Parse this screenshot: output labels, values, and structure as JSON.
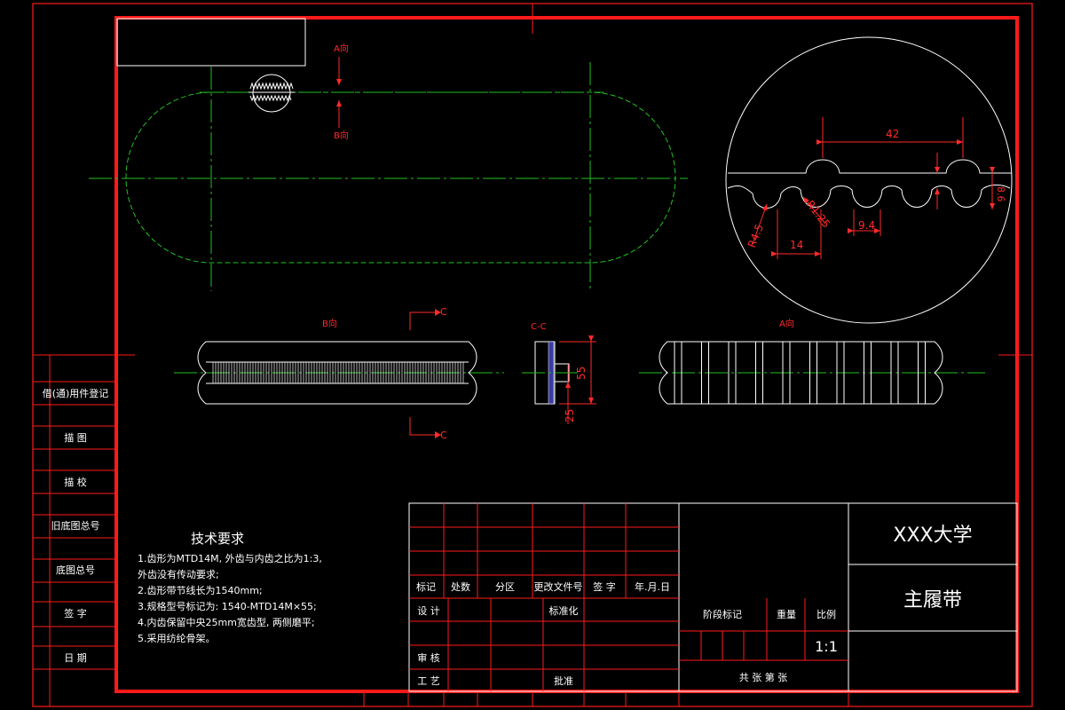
{
  "colors": {
    "background": "#000000",
    "frame": "#ff1a1a",
    "line": "#ffffff",
    "centerline": "#22c022",
    "dimension": "#ff2a2a"
  },
  "view_labels": {
    "a_arrow": "A向",
    "b_arrow": "B向",
    "b_view": "B向",
    "a_view": "A向",
    "section": "C-C",
    "cut_top": "C",
    "cut_bottom": "C"
  },
  "dimensions": {
    "pitch_span": "42",
    "tooth_radius": "R4.5",
    "root_radius": "R1.25",
    "tooth_width": "14",
    "tooth_gap": "9.4",
    "tooth_height": "8.6",
    "width_total": "55",
    "width_center": "25"
  },
  "tech_requirements": {
    "title": "技术要求",
    "lines": [
      "1.齿形为MTD14M, 外齿与内齿之比为1:3,",
      "  外齿没有传动要求;",
      "2.齿形带节线长为1540mm;",
      "3.规格型号标记为: 1540-MTD14M×55;",
      "4.内齿保留中央25mm宽齿型, 两侧磨平;",
      "5.采用纺纶骨架。"
    ]
  },
  "side_table": {
    "items": [
      "借(通)用件登记",
      "描 图",
      "描 校",
      "旧底图总号",
      "底图总号",
      "签 字",
      "日 期"
    ]
  },
  "title_block": {
    "school": "XXX大学",
    "part_name": "主履带",
    "headers": [
      "标记",
      "处数",
      "分区",
      "更改文件号",
      "签 字",
      "年.月.日"
    ],
    "design": "设 计",
    "standardization": "标准化",
    "review": "审 核",
    "process": "工 艺",
    "approve": "批准",
    "stage_mark": "阶段标记",
    "weight": "重量",
    "scale_label": "比例",
    "scale_value": "1:1",
    "sheets": "共    张    第    张"
  }
}
